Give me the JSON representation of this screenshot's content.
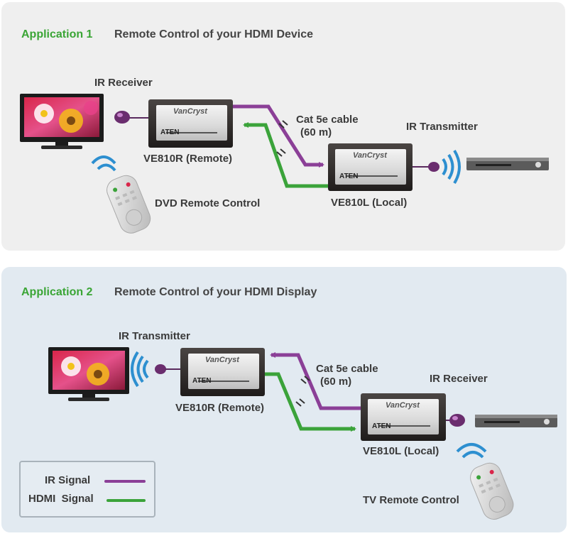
{
  "application1": {
    "tag": "Application 1",
    "title": "Remote Control of your HDMI Device",
    "ir_receiver": "IR Receiver",
    "remote_unit": "VE810R (Remote)",
    "cable_line1": "Cat 5e cable",
    "cable_line2": "(60 m)",
    "ir_transmitter": "IR Transmitter",
    "local_unit": "VE810L (Local)",
    "remote_control": "DVD Remote Control"
  },
  "application2": {
    "tag": "Application 2",
    "title": "Remote Control of your HDMI Display",
    "ir_transmitter": "IR Transmitter",
    "remote_unit": "VE810R (Remote)",
    "cable_line1": "Cat 5e cable",
    "cable_line2": "(60 m)",
    "ir_receiver": "IR Receiver",
    "local_unit": "VE810L (Local)",
    "remote_control": "TV Remote Control"
  },
  "legend": {
    "ir_signal": "IR Signal",
    "hdmi_signal": "HDMI  Signal"
  },
  "device": {
    "brand": "VanCryst",
    "maker": "ATEN"
  },
  "colors": {
    "ir": "#8b3f97",
    "hdmi": "#3ba33a",
    "title_accent": "#3aa535"
  }
}
